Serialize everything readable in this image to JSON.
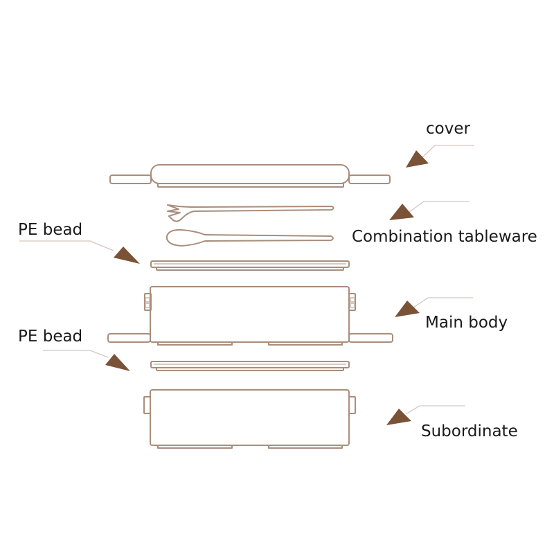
{
  "labels": {
    "cover": "cover",
    "combination_tableware": "Combination tableware",
    "pe_bead_top": "PE bead",
    "main_body": "Main body",
    "pe_bead_bottom": "PE bead",
    "subordinate": "Subordinate"
  },
  "colors": {
    "outline": "#a98d7b",
    "arrow": "#7a5236",
    "leader": "#d3c6bf",
    "text": "#1a1a1a"
  }
}
